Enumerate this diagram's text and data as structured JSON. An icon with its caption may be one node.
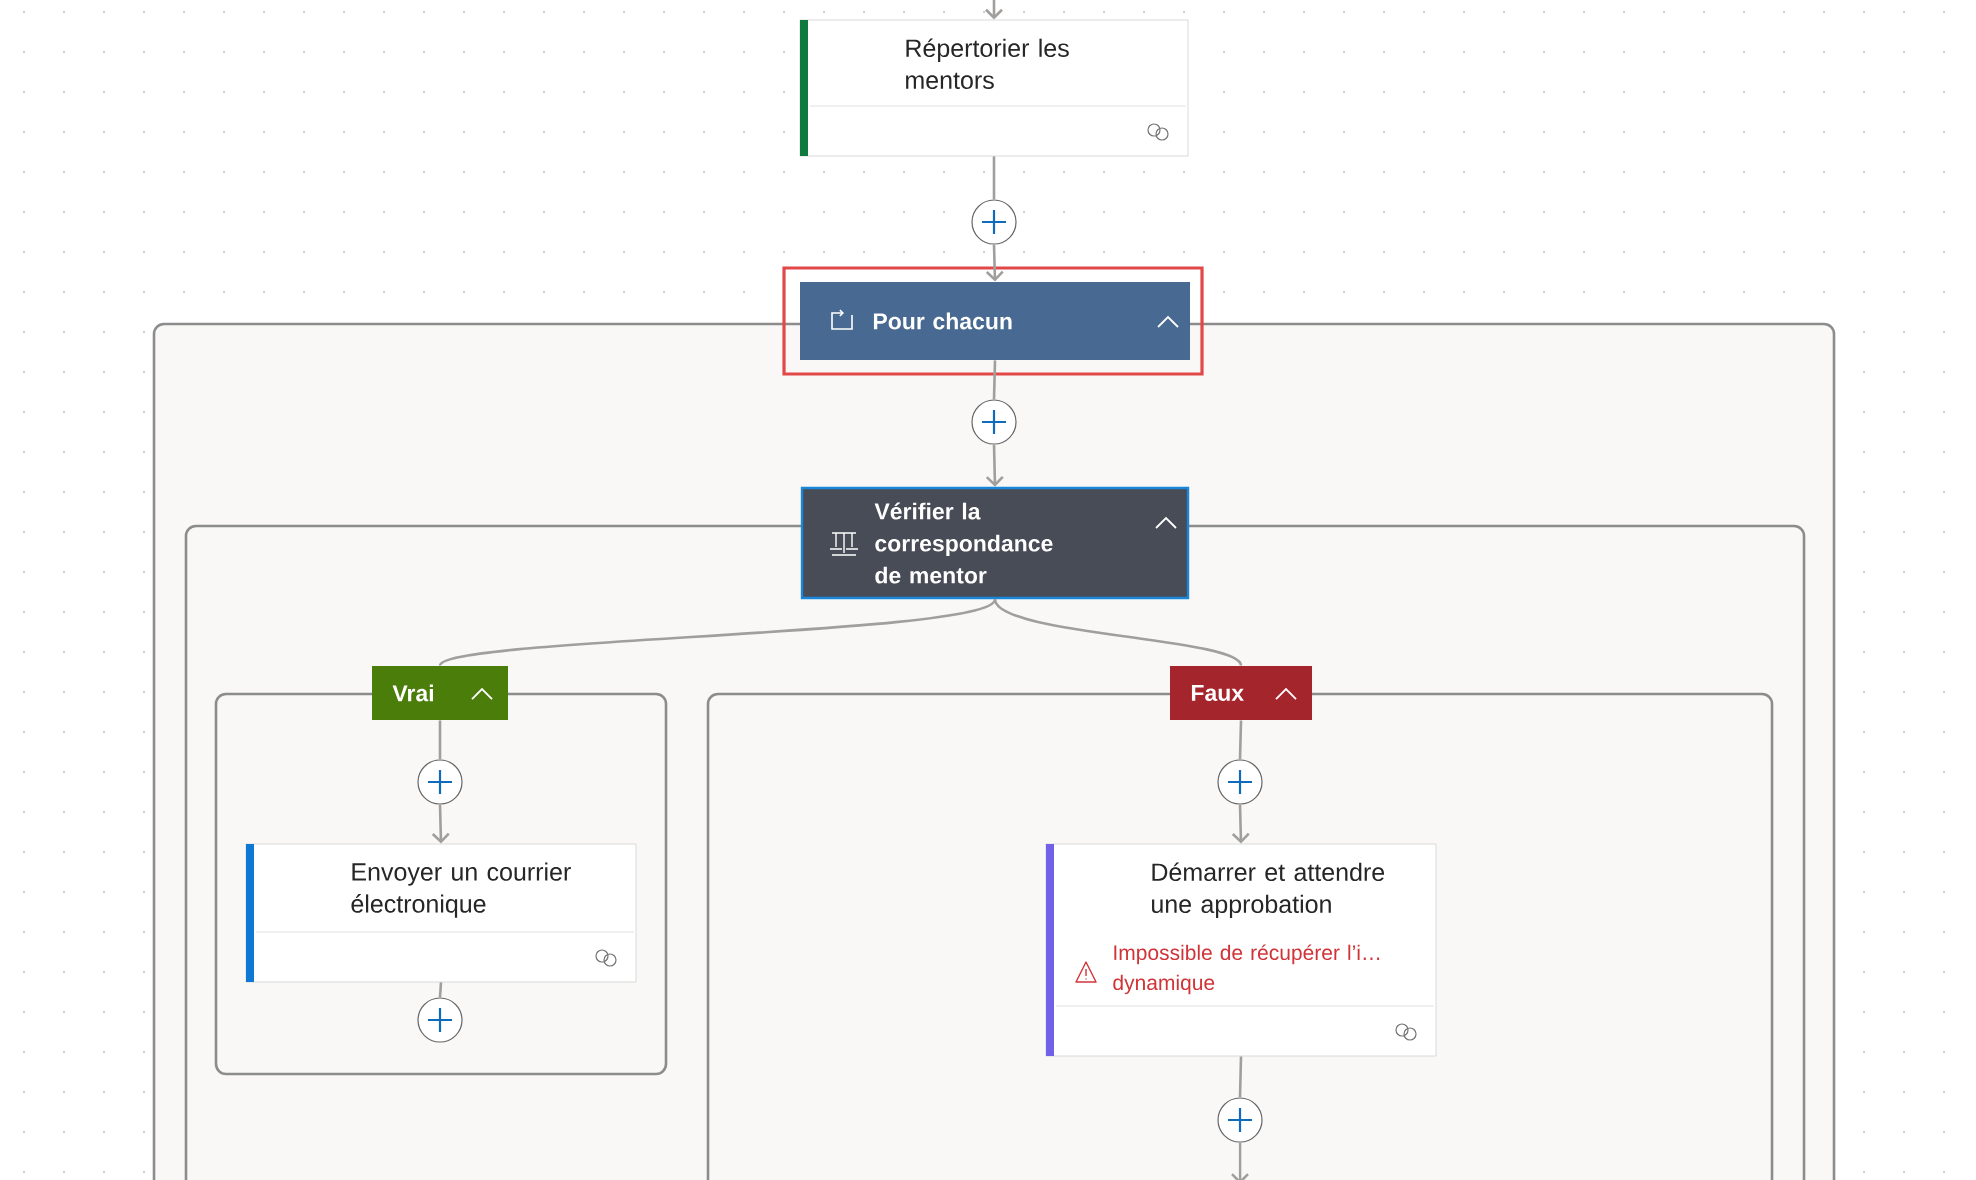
{
  "diagram": {
    "nodes": [
      {
        "text": [
          "Répertorier les mentors"
        ]
      },
      {
        "text": [],
        "shape": "circle"
      },
      {
        "text": [
          "Pour chacun"
        ]
      },
      {
        "text": [],
        "shape": "box"
      },
      {
        "text": [],
        "shape": "circle",
        "in": 3
      },
      {
        "text": [],
        "shape": "box",
        "in": 3
      },
      {
        "text": [
          "Vérifier la correspondance de mentor"
        ],
        "in": 3
      },
      {
        "text": [],
        "shape": "box",
        "in": 5
      },
      {
        "text": [
          "Vrai"
        ],
        "in": 5
      },
      {
        "text": [],
        "shape": "circle",
        "in": 7
      },
      {
        "text": [
          "Envoyer un courrier électronique"
        ],
        "in": 7
      },
      {
        "text": [],
        "shape": "circle",
        "in": 7
      },
      {
        "text": [],
        "shape": "box",
        "in": 5
      },
      {
        "text": [
          "Faux"
        ],
        "in": 5
      },
      {
        "text": [],
        "shape": "circle",
        "in": 12
      },
      {
        "text": [
          "Démarrer et attendre une approbation",
          "Impossible de récupérer l’i… dynamique"
        ],
        "in": 12
      },
      {
        "text": [],
        "shape": "circle",
        "in": 12
      }
    ],
    "edges": [
      {
        "from": null,
        "to": 0,
        "arrow": "to"
      },
      {
        "from": 0,
        "to": 1,
        "arrow": "none"
      },
      {
        "from": 1,
        "to": 2,
        "arrow": "to"
      },
      {
        "from": 2,
        "to": 4,
        "arrow": "none"
      },
      {
        "from": 4,
        "to": 6,
        "arrow": "to"
      },
      {
        "from": 6,
        "to": 8,
        "arrow": "none"
      },
      {
        "from": 6,
        "to": 13,
        "arrow": "none"
      },
      {
        "from": 8,
        "to": 9,
        "arrow": "none"
      },
      {
        "from": 9,
        "to": 10,
        "arrow": "to"
      },
      {
        "from": 10,
        "to": 11,
        "arrow": "none"
      },
      {
        "from": 13,
        "to": 14,
        "arrow": "none"
      },
      {
        "from": 14,
        "to": 15,
        "arrow": "to"
      },
      {
        "from": 15,
        "to": 16,
        "arrow": "none"
      },
      {
        "from": 16,
        "to": null,
        "arrow": "to"
      }
    ]
  }
}
